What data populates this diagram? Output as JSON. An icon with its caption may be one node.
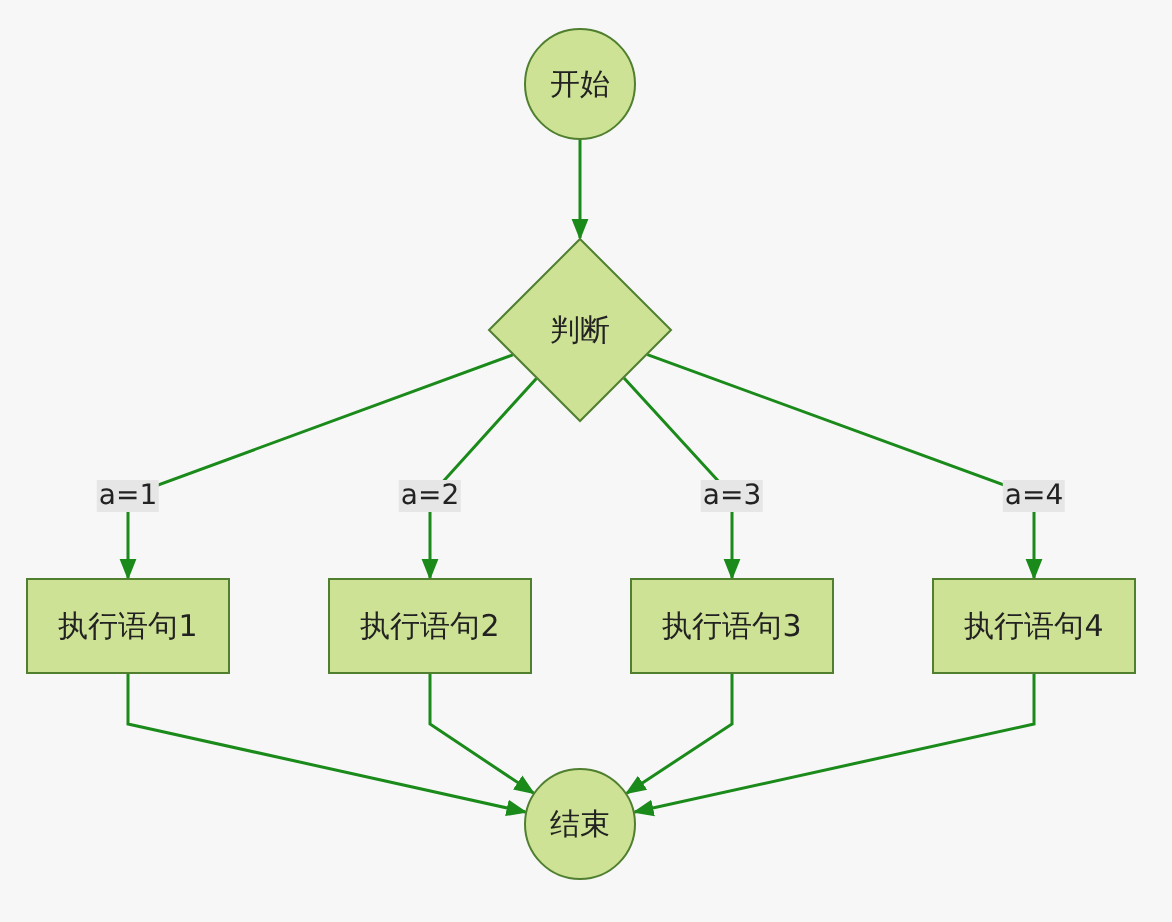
{
  "diagram": {
    "nodes": [
      {
        "text": [
          "开始"
        ]
      },
      {
        "text": [
          "判断"
        ]
      },
      {
        "text": [
          "执行语句1"
        ]
      },
      {
        "text": [
          "执行语句2"
        ]
      },
      {
        "text": [
          "执行语句3"
        ]
      },
      {
        "text": [
          "执行语句4"
        ]
      },
      {
        "text": [
          "结束"
        ]
      }
    ],
    "edges": [
      {
        "from": 0,
        "to": 1,
        "arrow": "to"
      },
      {
        "from": 1,
        "to": 2,
        "arrow": "to",
        "label": "a=1"
      },
      {
        "from": 1,
        "to": 3,
        "arrow": "to",
        "label": "a=2"
      },
      {
        "from": 1,
        "to": 4,
        "arrow": "to",
        "label": "a=3"
      },
      {
        "from": 1,
        "to": 5,
        "arrow": "to",
        "label": "a=4"
      },
      {
        "from": 2,
        "to": 6,
        "arrow": "to"
      },
      {
        "from": 3,
        "to": 6,
        "arrow": "to"
      },
      {
        "from": 4,
        "to": 6,
        "arrow": "to"
      },
      {
        "from": 5,
        "to": 6,
        "arrow": "to"
      }
    ]
  }
}
